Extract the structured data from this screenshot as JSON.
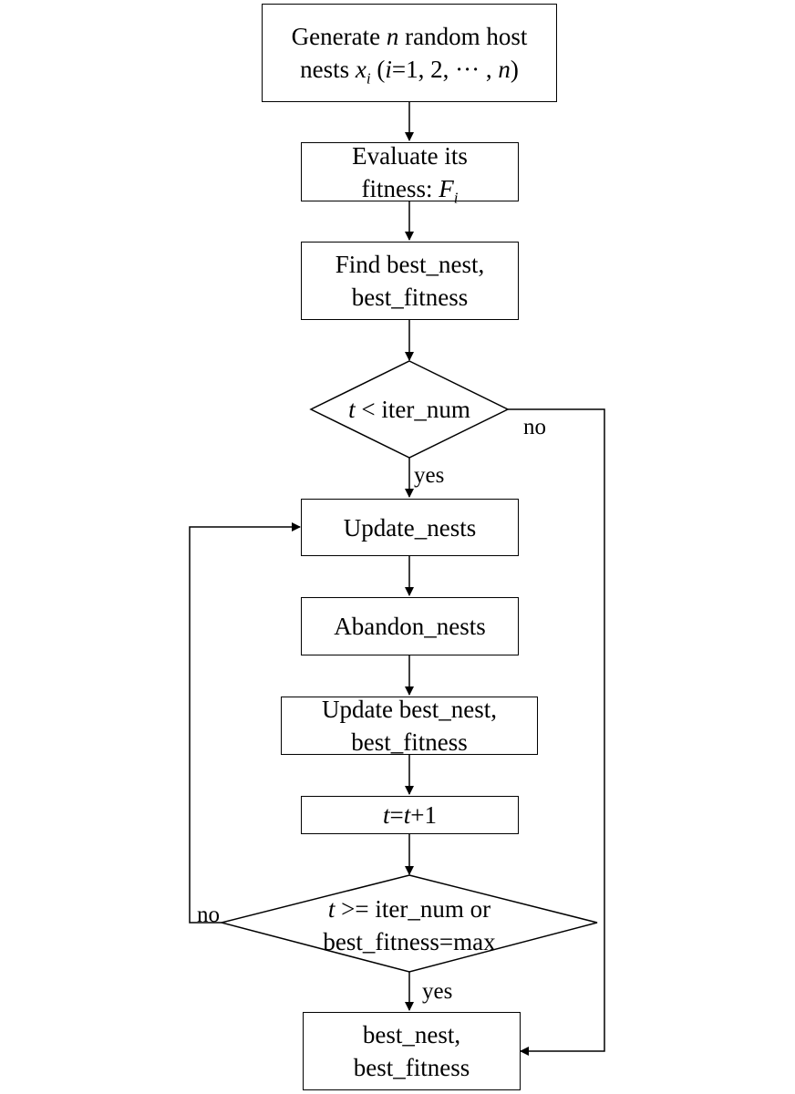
{
  "diagram": {
    "nodes": {
      "init": {
        "line1_prefix": "Generate ",
        "line1_var": "n",
        "line1_suffix": " random host",
        "line2_prefix": "nests ",
        "line2_var": "x",
        "line2_sub": "i",
        "line2_open": " (",
        "line2_idx": "i",
        "line2_mid": "=1, 2, ··· , ",
        "line2_n": "n",
        "line2_close": ")"
      },
      "evaluate": {
        "line1": "Evaluate its",
        "line2_prefix": "fitness: ",
        "line2_var": "F",
        "line2_sub": "i"
      },
      "find_best": {
        "line1": "Find best_nest,",
        "line2": "best_fitness"
      },
      "check_iter": {
        "var": "t",
        "rest": " < iter_num"
      },
      "update_nests": {
        "label": "Update_nests"
      },
      "abandon_nests": {
        "label": "Abandon_nests"
      },
      "update_best": {
        "line1": "Update best_nest,",
        "line2": "best_fitness"
      },
      "increment": {
        "var_a": "t",
        "eq": "=",
        "var_b": "t",
        "rest": "+1"
      },
      "check_stop": {
        "var": "t",
        "line1_rest": " >= iter_num or",
        "line2": "best_fitness=max"
      },
      "output": {
        "line1": "best_nest,",
        "line2": "best_fitness"
      }
    },
    "edge_labels": {
      "iter_yes": "yes",
      "iter_no": "no",
      "stop_no": "no",
      "stop_yes": "yes"
    }
  }
}
